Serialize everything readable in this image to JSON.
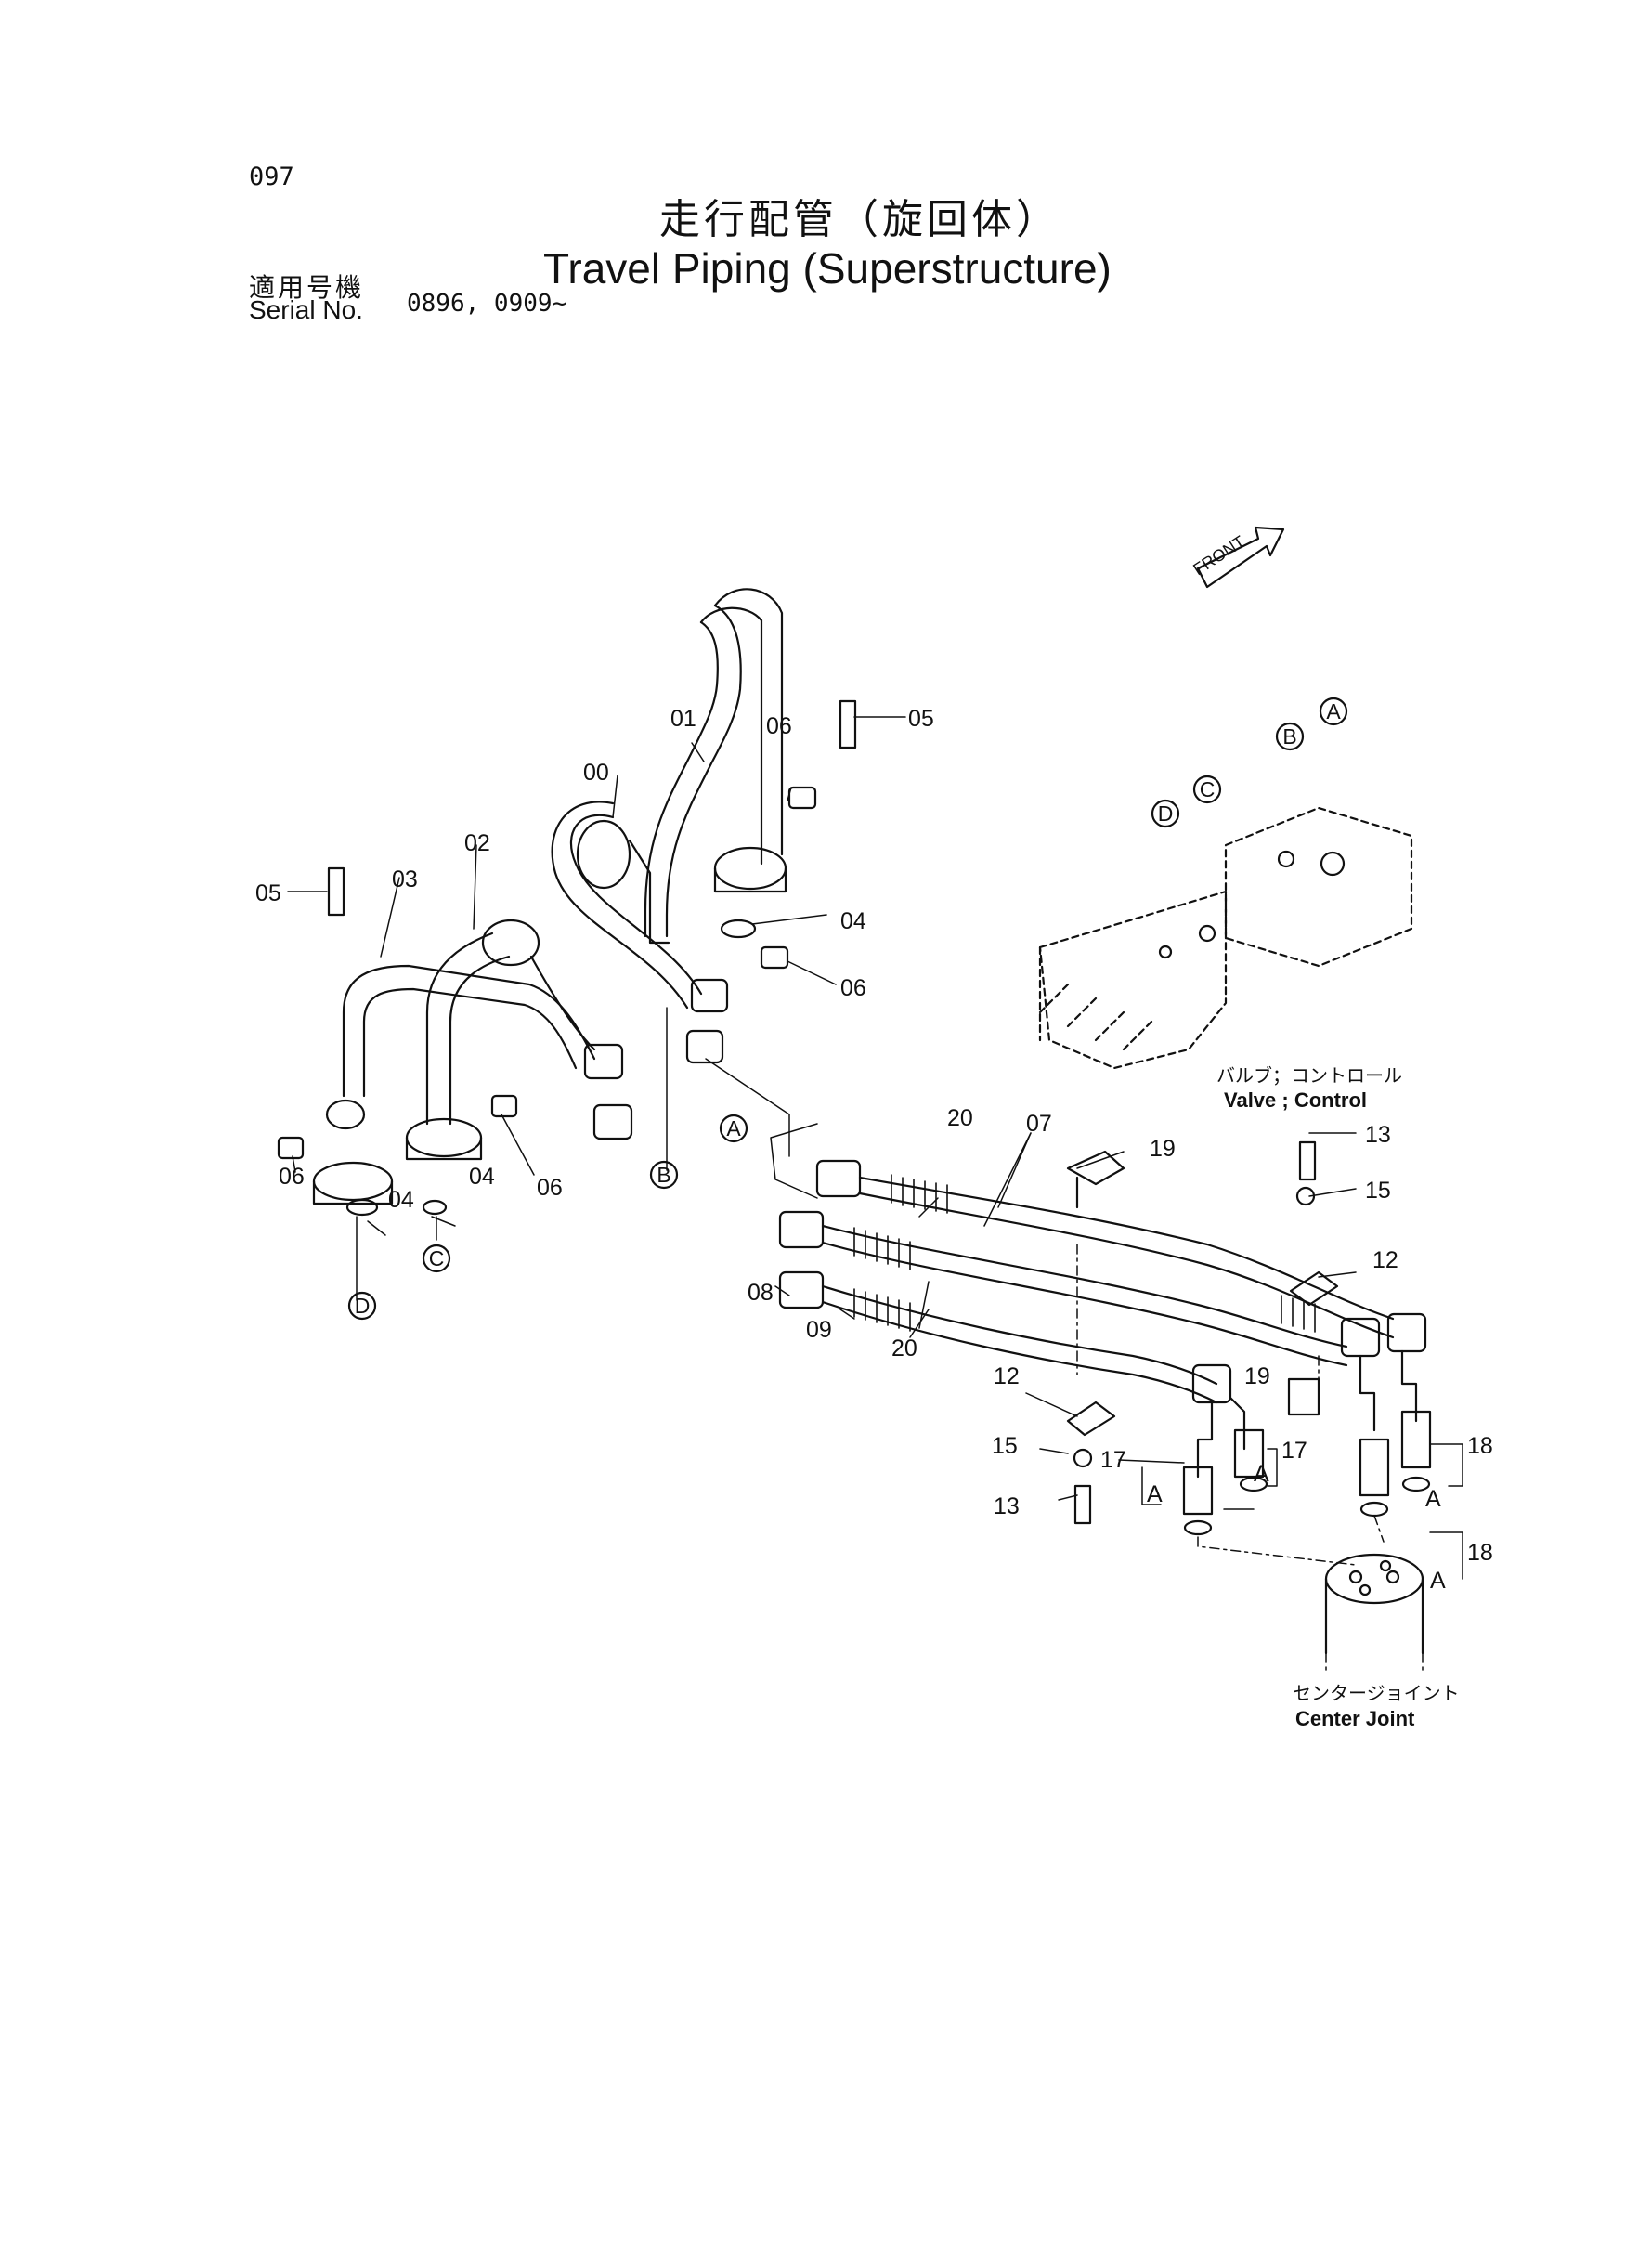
{
  "header": {
    "page_number": "097",
    "title_jp": "走行配管（旋回体）",
    "title_en": "Travel Piping (Superstructure)",
    "serial_label_jp": "適用号機",
    "serial_label_en": "Serial No.",
    "serial_value": "0896, 0909~"
  },
  "front_label": "FRONT",
  "parts": {
    "p00": "00",
    "p01": "01",
    "p02": "02",
    "p03": "03",
    "p04": "04",
    "p05": "05",
    "p06": "06",
    "p07": "07",
    "p08": "08",
    "p09": "09",
    "p12": "12",
    "p13": "13",
    "p15": "15",
    "p17": "17",
    "p18": "18",
    "p19": "19",
    "p20": "20"
  },
  "refs": {
    "a": "A",
    "b": "B",
    "c": "C",
    "d": "D"
  },
  "valve": {
    "label_jp": "バルブ；コントロール",
    "label_en": "Valve ; Control"
  },
  "center_joint": {
    "label_jp": "センタージョイント",
    "label_en": "Center Joint"
  }
}
